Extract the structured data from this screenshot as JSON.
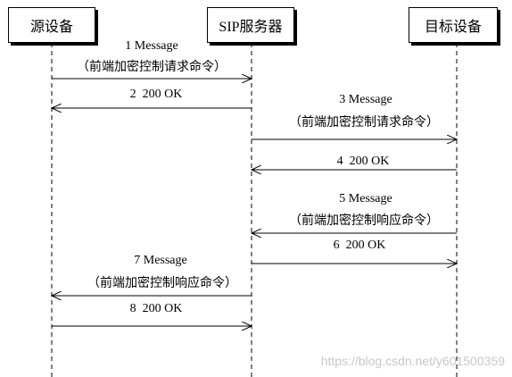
{
  "participants": {
    "source": "源设备",
    "sip_server": "SIP服务器",
    "target": "目标设备"
  },
  "messages": [
    {
      "num": "1",
      "text": "Message",
      "sub": "（前端加密控制请求命令）",
      "from": "source",
      "to": "sip_server"
    },
    {
      "num": "2",
      "text": "200 OK",
      "sub": "",
      "from": "sip_server",
      "to": "source"
    },
    {
      "num": "3",
      "text": "Message",
      "sub": "（前端加密控制请求命令）",
      "from": "sip_server",
      "to": "target"
    },
    {
      "num": "4",
      "text": "200 OK",
      "sub": "",
      "from": "target",
      "to": "sip_server"
    },
    {
      "num": "5",
      "text": "Message",
      "sub": "（前端加密控制响应命令）",
      "from": "target",
      "to": "sip_server"
    },
    {
      "num": "6",
      "text": "200 OK",
      "sub": "",
      "from": "sip_server",
      "to": "target"
    },
    {
      "num": "7",
      "text": "Message",
      "sub": "（前端加密控制响应命令）",
      "from": "sip_server",
      "to": "source"
    },
    {
      "num": "8",
      "text": "200 OK",
      "sub": "",
      "from": "source",
      "to": "sip_server"
    }
  ],
  "watermark": "https://blog.csdn.net/y601500359"
}
